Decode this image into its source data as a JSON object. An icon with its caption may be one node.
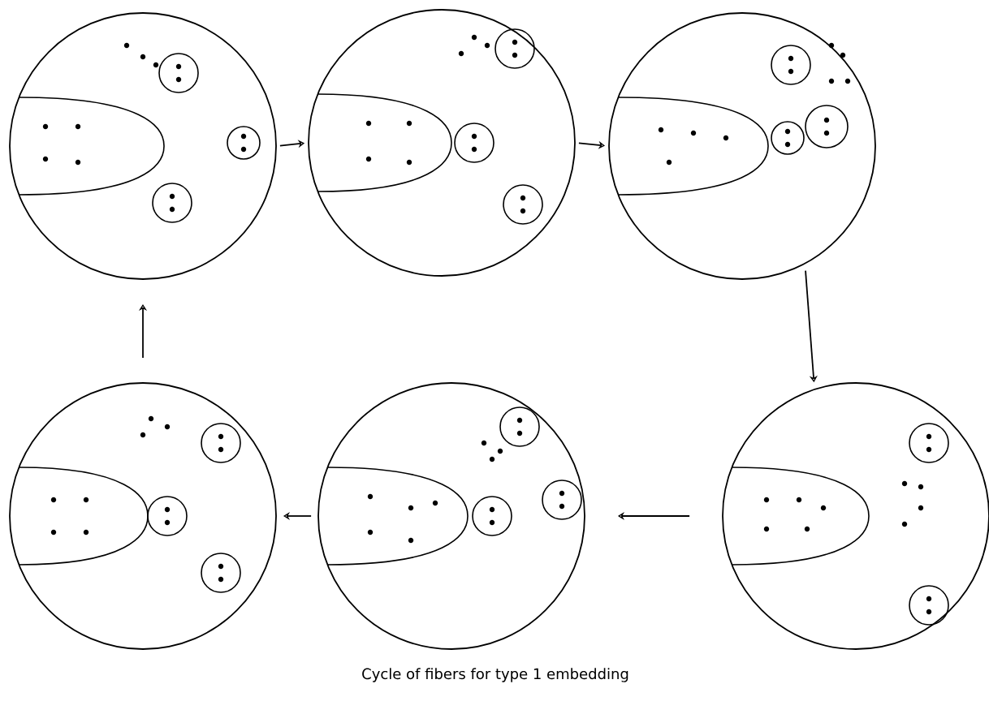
{
  "diagram": {
    "caption": "Cycle of fibers for type 1 embedding",
    "nodes": [
      {
        "text": [],
        "shape": "circle"
      },
      {
        "text": [],
        "shape": "circle"
      },
      {
        "text": [],
        "shape": "circle"
      },
      {
        "text": [],
        "shape": "circle"
      },
      {
        "text": [],
        "shape": "circle"
      },
      {
        "text": [],
        "shape": "circle"
      }
    ],
    "edges": [
      {
        "from": 0,
        "to": 1,
        "arrow": "to"
      },
      {
        "from": 1,
        "to": 2,
        "arrow": "to"
      },
      {
        "from": 2,
        "to": 3,
        "arrow": "to"
      },
      {
        "from": 3,
        "to": 4,
        "arrow": "to"
      },
      {
        "from": 4,
        "to": 5,
        "arrow": "to"
      },
      {
        "from": 5,
        "to": 0,
        "arrow": "to"
      }
    ]
  }
}
